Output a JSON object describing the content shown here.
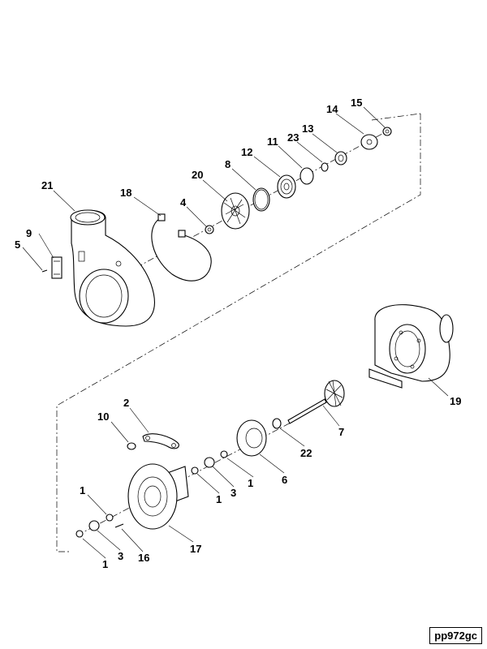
{
  "callouts": {
    "c1a": "1",
    "c1b": "1",
    "c1c": "1",
    "c1d": "1",
    "c2": "2",
    "c3a": "3",
    "c3b": "3",
    "c4": "4",
    "c5": "5",
    "c6": "6",
    "c7": "7",
    "c8": "8",
    "c9": "9",
    "c10": "10",
    "c11": "11",
    "c12": "12",
    "c13": "13",
    "c14": "14",
    "c15": "15",
    "c16": "16",
    "c17": "17",
    "c18": "18",
    "c19": "19",
    "c20": "20",
    "c21": "21",
    "c22": "22",
    "c23": "23"
  },
  "drawing_code": "pp972gc"
}
